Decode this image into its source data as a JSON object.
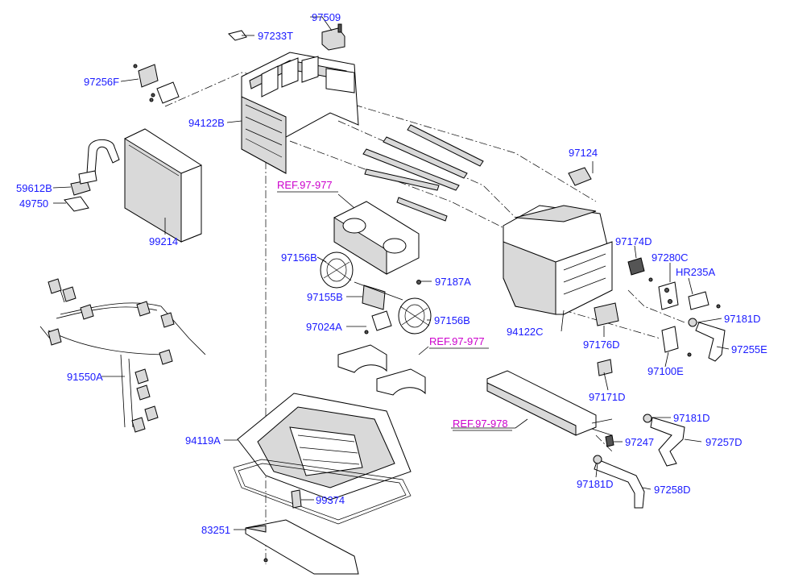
{
  "labels": {
    "p97509": "97509",
    "p97233T": "97233T",
    "p97256F": "97256F",
    "p94122B": "94122B",
    "p59612B": "59612B",
    "p49750": "49750",
    "p99214": "99214",
    "p91550A": "91550A",
    "p97156B_top": "97156B",
    "p97187A": "97187A",
    "p97155B": "97155B",
    "p97156B_bottom": "97156B",
    "p97024A": "97024A",
    "p97124": "97124",
    "p97174D": "97174D",
    "p97280C": "97280C",
    "pHR235A": "HR235A",
    "p97181D_top": "97181D",
    "p94122C": "94122C",
    "p97255E": "97255E",
    "p97176D": "97176D",
    "p97100E": "97100E",
    "p97171D": "97171D",
    "p97181D_mid": "97181D",
    "p97257D": "97257D",
    "p97247": "97247",
    "p97181D_bottom": "97181D",
    "p97258D": "97258D",
    "p94119A": "94119A",
    "p99374": "99374",
    "p83251": "83251"
  },
  "refs": {
    "ref97977_top": "REF.97-977",
    "ref97977_mid": "REF.97-977",
    "ref97978": "REF.97-978"
  },
  "colors": {
    "part_label": "#1a1aff",
    "reference_label": "#cc00cc"
  }
}
